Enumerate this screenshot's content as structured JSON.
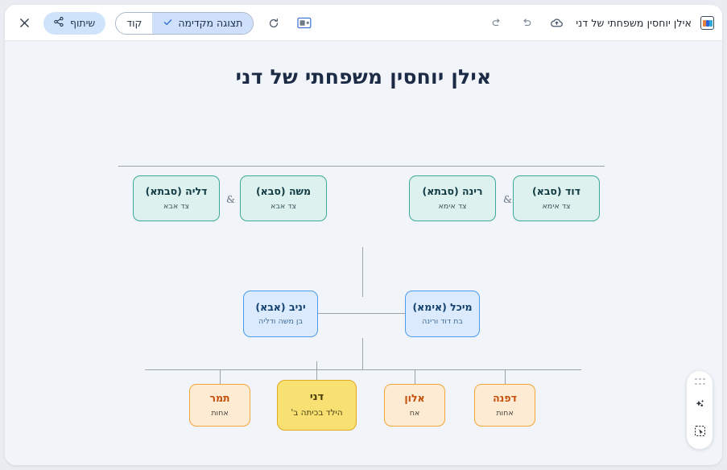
{
  "toolbar": {
    "close_label": "×",
    "share_label": "שיתוף",
    "share_icon": "share-icon",
    "preview_label": "תצוגה מקדימה",
    "code_label": "קוד",
    "refresh_icon": "refresh-icon",
    "image_icon": "image-icon",
    "redo_icon": "redo-icon",
    "undo_icon": "undo-icon",
    "cloud_icon": "cloud-upload-icon",
    "doc_title": "אילן יוחסין משפחתי של דני",
    "app_logo_icon": "app-logo-icon"
  },
  "canvas": {
    "title": "אילן יוחסין משפחתי של דני",
    "background_color": "#f1f4f8",
    "connector_color": "#9aa2ab"
  },
  "tree": {
    "grandparents": [
      {
        "name": "דליה (סבתא)",
        "role": "צד אבא"
      },
      {
        "name": "משה (סבא)",
        "role": "צד אבא"
      },
      {
        "name": "רינה (סבתא)",
        "role": "צד אימא"
      },
      {
        "name": "דוד (סבא)",
        "role": "צד אימא"
      }
    ],
    "ampersand": "&",
    "parents": [
      {
        "name": "יניב (אבא)",
        "role": "בן משה ודליה"
      },
      {
        "name": "מיכל (אימא)",
        "role": "בת דוד ורינה"
      }
    ],
    "children": [
      {
        "name": "תמר",
        "role": "אחות",
        "focus": false
      },
      {
        "name": "דני",
        "role": "הילד בכיתה ב'",
        "focus": true
      },
      {
        "name": "אלון",
        "role": "אח",
        "focus": false
      },
      {
        "name": "דפנה",
        "role": "אחות",
        "focus": false
      }
    ],
    "colors": {
      "grandparent_border": "#3ea99b",
      "grandparent_fill": "#ddf1ee",
      "parent_border": "#4a9beb",
      "parent_fill": "#dbebfd",
      "child_border": "#f3a638",
      "child_fill": "#fdebd4",
      "focus_border": "#e0a91f",
      "focus_fill": "#f8e072"
    }
  },
  "float_panel": {
    "drag_handle": "drag-handle-icon",
    "sparkle_icon": "sparkle-icon",
    "select_icon": "select-area-icon"
  }
}
